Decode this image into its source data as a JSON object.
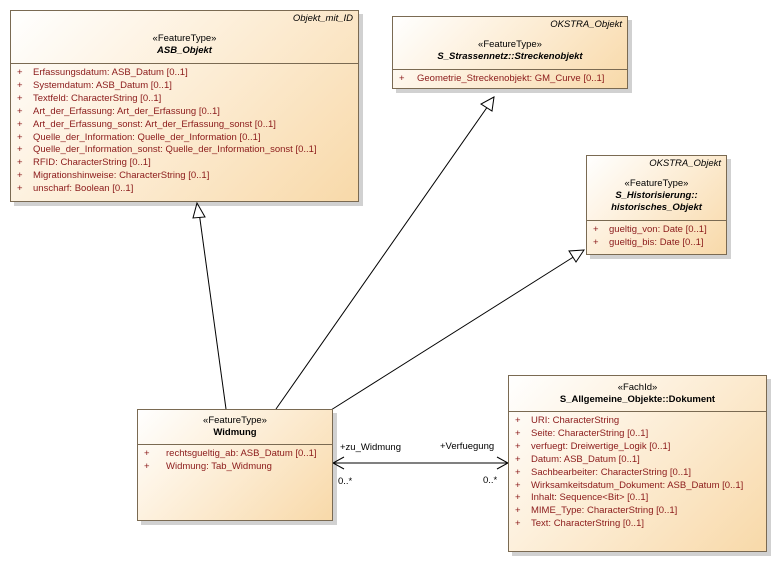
{
  "classes": {
    "asb_objekt": {
      "tag": "Objekt_mit_ID",
      "stereotype": "«FeatureType»",
      "name": "ASB_Objekt",
      "attributes": [
        {
          "vis": "+",
          "text": "Erfassungsdatum: ASB_Datum [0..1]"
        },
        {
          "vis": "+",
          "text": "Systemdatum: ASB_Datum [0..1]"
        },
        {
          "vis": "+",
          "text": "Textfeld: CharacterString [0..1]"
        },
        {
          "vis": "+",
          "text": "Art_der_Erfassung: Art_der_Erfassung [0..1]"
        },
        {
          "vis": "+",
          "text": "Art_der_Erfassung_sonst: Art_der_Erfassung_sonst [0..1]"
        },
        {
          "vis": "+",
          "text": "Quelle_der_Information: Quelle_der_Information [0..1]"
        },
        {
          "vis": "+",
          "text": "Quelle_der_Information_sonst: Quelle_der_Information_sonst [0..1]"
        },
        {
          "vis": "+",
          "text": "RFID: CharacterString [0..1]"
        },
        {
          "vis": "+",
          "text": "Migrationshinweise: CharacterString [0..1]"
        },
        {
          "vis": "+",
          "text": "unscharf: Boolean [0..1]"
        }
      ]
    },
    "streckenobjekt": {
      "tag": "OKSTRA_Objekt",
      "stereotype": "«FeatureType»",
      "name": "S_Strassennetz::Streckenobjekt",
      "attributes": [
        {
          "vis": "+",
          "text": "Geometrie_Streckenobjekt: GM_Curve [0..1]"
        }
      ]
    },
    "historisches_objekt": {
      "tag": "OKSTRA_Objekt",
      "stereotype": "«FeatureType»",
      "name_line1": "S_Historisierung::",
      "name_line2": "historisches_Objekt",
      "attributes": [
        {
          "vis": "+",
          "text": "gueltig_von: Date [0..1]"
        },
        {
          "vis": "+",
          "text": "gueltig_bis: Date [0..1]"
        }
      ]
    },
    "widmung": {
      "stereotype": "«FeatureType»",
      "name": "Widmung",
      "attributes": [
        {
          "vis": "+",
          "text": "rechtsgueltig_ab: ASB_Datum [0..1]"
        },
        {
          "vis": "+",
          "text": "Widmung: Tab_Widmung"
        }
      ]
    },
    "dokument": {
      "stereotype": "«FachId»",
      "name": "S_Allgemeine_Objekte::Dokument",
      "attributes": [
        {
          "vis": "+",
          "text": "URI: CharacterString"
        },
        {
          "vis": "+",
          "text": "Seite: CharacterString [0..1]"
        },
        {
          "vis": "+",
          "text": "verfuegt: Dreiwertige_Logik [0..1]"
        },
        {
          "vis": "+",
          "text": "Datum: ASB_Datum [0..1]"
        },
        {
          "vis": "+",
          "text": "Sachbearbeiter: CharacterString [0..1]"
        },
        {
          "vis": "+",
          "text": "Wirksamkeitsdatum_Dokument: ASB_Datum [0..1]"
        },
        {
          "vis": "+",
          "text": "Inhalt: Sequence<Bit> [0..1]"
        },
        {
          "vis": "+",
          "text": "MIME_Type: CharacterString [0..1]"
        },
        {
          "vis": "+",
          "text": "Text: CharacterString [0..1]"
        }
      ]
    }
  },
  "association": {
    "left_role": "+zu_Widmung",
    "right_role": "+Verfuegung",
    "left_multiplicity": "0..*",
    "right_multiplicity": "0..*"
  }
}
